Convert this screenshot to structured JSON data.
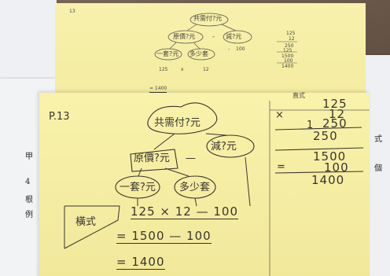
{
  "back_sheet": {
    "page_label": "13",
    "top_bubble": "共需付?元",
    "left_bubble": "原價?元",
    "minus": "-",
    "right_bubble": "減?元",
    "each_bubble": "一套?元",
    "count_bubble": "多少套",
    "values": [
      "125",
      "x",
      "12",
      "-",
      "100"
    ],
    "answer": "= 1400",
    "calc_lines": [
      "125",
      "12",
      "250",
      "125",
      "1500",
      "100",
      "1400"
    ]
  },
  "front_sheet": {
    "page_label": "P.13",
    "top_bubble": "共需付?元",
    "left_bubble": "原價?元",
    "minus": "—",
    "right_bubble": "減?元",
    "each_bubble": "一套?元",
    "count_bubble": "多少套",
    "formula_label": "橫式",
    "equation_1": "125 × 12 — 100",
    "equation_2": "= 1500 — 100",
    "equation_3": "= 1400"
  },
  "calc_sheet": {
    "header": "直式",
    "rows": [
      "125",
      "12",
      "250",
      "250",
      "1500",
      "100",
      "1400"
    ],
    "times": "×",
    "one": "1",
    "equals": "="
  },
  "left_sheet_text": [
    "甲",
    "4",
    "根",
    "例"
  ],
  "right_sheet_text": [
    "式",
    "個"
  ]
}
